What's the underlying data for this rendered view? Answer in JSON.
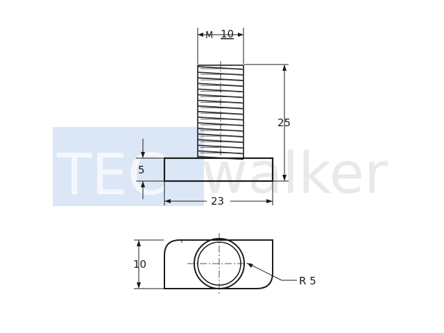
{
  "watermark": {
    "brand_part1": "TEC",
    "brand_part2": "walker",
    "box_color": "#dbe7f6",
    "text1_color": "#f4f7fc",
    "text2_color": "#e9e9e9"
  },
  "side_view": {
    "thread_label_prefix": "M",
    "thread_label_value": "10",
    "length_label": "25",
    "head_height_label": "5",
    "head_width_label": "23"
  },
  "top_view": {
    "height_label": "10",
    "radius_label": "R 5"
  },
  "colors": {
    "line": "#1a1a1a",
    "thread": "#333333"
  }
}
